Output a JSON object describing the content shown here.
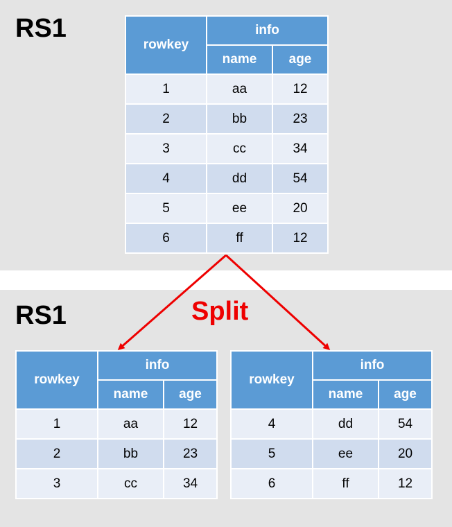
{
  "top": {
    "label": "RS1",
    "headers": {
      "rowkey": "rowkey",
      "group": "info",
      "name": "name",
      "age": "age"
    },
    "rows": [
      {
        "rowkey": "1",
        "name": "aa",
        "age": "12"
      },
      {
        "rowkey": "2",
        "name": "bb",
        "age": "23"
      },
      {
        "rowkey": "3",
        "name": "cc",
        "age": "34"
      },
      {
        "rowkey": "4",
        "name": "dd",
        "age": "54"
      },
      {
        "rowkey": "5",
        "name": "ee",
        "age": "20"
      },
      {
        "rowkey": "6",
        "name": "ff",
        "age": "12"
      }
    ]
  },
  "bottom": {
    "label": "RS1",
    "split_label": "Split",
    "left": {
      "headers": {
        "rowkey": "rowkey",
        "group": "info",
        "name": "name",
        "age": "age"
      },
      "rows": [
        {
          "rowkey": "1",
          "name": "aa",
          "age": "12"
        },
        {
          "rowkey": "2",
          "name": "bb",
          "age": "23"
        },
        {
          "rowkey": "3",
          "name": "cc",
          "age": "34"
        }
      ]
    },
    "right": {
      "headers": {
        "rowkey": "rowkey",
        "group": "info",
        "name": "name",
        "age": "age"
      },
      "rows": [
        {
          "rowkey": "4",
          "name": "dd",
          "age": "54"
        },
        {
          "rowkey": "5",
          "name": "ee",
          "age": "20"
        },
        {
          "rowkey": "6",
          "name": "ff",
          "age": "12"
        }
      ]
    }
  },
  "colors": {
    "header": "#5b9bd5",
    "row_light": "#e9eef7",
    "row_dark": "#d0dcee",
    "arrow": "#ee0000",
    "panel": "#e4e4e4"
  }
}
